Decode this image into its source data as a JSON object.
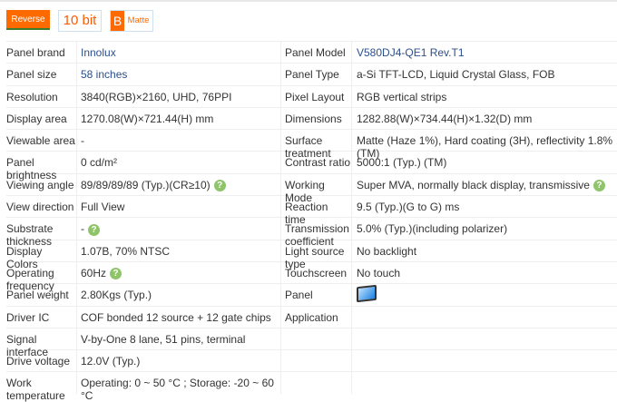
{
  "badges": {
    "reverse": "Reverse",
    "bit": "10 bit",
    "matte_letter": "B",
    "matte": "Matte"
  },
  "rows": [
    {
      "l1": "Panel brand",
      "v1": "Innolux",
      "l2": "Panel Model",
      "v2": "V580DJ4-QE1 Rev.T1"
    },
    {
      "l1": "Panel size",
      "v1": "58 inches",
      "l2": "Panel Type",
      "v2": "a-Si TFT-LCD, Liquid Crystal Glass, FOB"
    },
    {
      "l1": "Resolution",
      "v1": "3840(RGB)×2160, UHD, 76PPI",
      "l2": "Pixel Layout",
      "v2": "RGB vertical strips"
    },
    {
      "l1": "Display area",
      "v1": "1270.08(W)×721.44(H) mm",
      "l2": "Dimensions",
      "v2": "1282.88(W)×734.44(H)×1.32(D) mm"
    },
    {
      "l1": "Viewable area",
      "v1": "-",
      "l2": "Surface treatment",
      "v2": "Matte (Haze 1%), Hard coating (3H), reflectivity 1.8% (TM)"
    },
    {
      "l1": "Panel brightness",
      "v1": "0 cd/m²",
      "l2": "Contrast ratio",
      "v2": "5000:1 (Typ.) (TM)"
    },
    {
      "l1": "Viewing angle",
      "v1": "89/89/89/89 (Typ.)(CR≥10)",
      "l2": "Working Mode",
      "v2": "Super MVA, normally black display, transmissive"
    },
    {
      "l1": "View direction",
      "v1": "Full View",
      "l2": "Reaction time",
      "v2": "9.5 (Typ.)(G to G) ms"
    },
    {
      "l1": "Substrate thickness",
      "v1": "-",
      "l2": "Transmission coefficient",
      "v2": "5.0% (Typ.)(including polarizer)"
    },
    {
      "l1": "Display Colors",
      "v1": "1.07B, 70% NTSC",
      "l2": "Light source type",
      "v2": "No backlight"
    },
    {
      "l1": "Operating frequency",
      "v1": "60Hz",
      "l2": "Touchscreen",
      "v2": "No touch"
    },
    {
      "l1": "Panel weight",
      "v1": "2.80Kgs (Typ.)",
      "l2": "Panel",
      "v2": ""
    },
    {
      "l1": "Driver IC",
      "v1": "COF bonded 12 source + 12 gate chips",
      "l2": "Application",
      "v2": ""
    },
    {
      "l1": "Signal interface",
      "v1": "V-by-One 8 lane, 51 pins, terminal",
      "l2": "",
      "v2": ""
    },
    {
      "l1": "Drive voltage",
      "v1": "12.0V (Typ.)",
      "l2": "",
      "v2": ""
    },
    {
      "l1": "Work temperature",
      "v1": "Operating: 0 ~ 50 °C ; Storage: -20 ~ 60 °C",
      "l2": "",
      "v2": ""
    }
  ],
  "help_glyph": "?"
}
